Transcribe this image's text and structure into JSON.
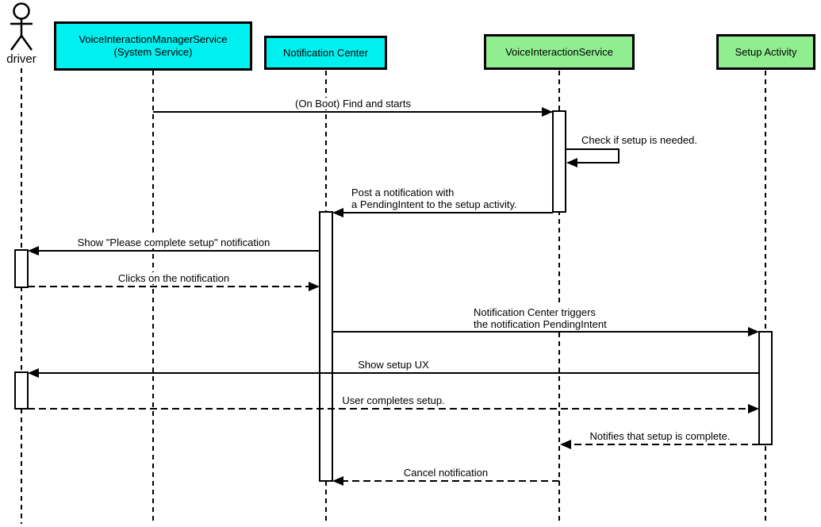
{
  "diagram_type": "uml-sequence",
  "colors": {
    "box_cyan": "#00F0F0",
    "box_green": "#90EE90",
    "line_color": "#000000",
    "bg_color": "#FFFFFF"
  },
  "participants": [
    {
      "label": "driver",
      "type": "actor"
    },
    {
      "label": "VoiceInteractionManagerService\n(System Service)",
      "type": "system-service",
      "color": "#00F0F0"
    },
    {
      "label": "Notification Center",
      "type": "system-service",
      "color": "#00F0F0"
    },
    {
      "label": "VoiceInteractionService",
      "type": "service",
      "color": "#90EE90"
    },
    {
      "label": "Setup Activity",
      "type": "activity",
      "color": "#90EE90"
    }
  ],
  "messages": [
    {
      "label": "(On Boot) Find and starts",
      "from": "VoiceInteractionManagerService (System Service)",
      "to": "VoiceInteractionService",
      "style": "solid"
    },
    {
      "label": "Check if setup is needed.",
      "from": "VoiceInteractionService",
      "to": "VoiceInteractionService",
      "style": "solid-self"
    },
    {
      "label": "Post a notification with\na PendingIntent to the setup activity.",
      "from": "VoiceInteractionService",
      "to": "Notification Center",
      "style": "solid"
    },
    {
      "label": "Show \"Please complete setup\" notification",
      "from": "Notification Center",
      "to": "driver",
      "style": "solid"
    },
    {
      "label": "Clicks on the notification",
      "from": "driver",
      "to": "Notification Center",
      "style": "dashed"
    },
    {
      "label": "Notification Center triggers\nthe notification PendingIntent",
      "from": "Notification Center",
      "to": "Setup Activity",
      "style": "solid"
    },
    {
      "label": "Show setup UX",
      "from": "Setup Activity",
      "to": "driver",
      "style": "solid"
    },
    {
      "label": "User completes setup.",
      "from": "driver",
      "to": "Setup Activity",
      "style": "dashed"
    },
    {
      "label": "Notifies that setup is complete.",
      "from": "Setup Activity",
      "to": "VoiceInteractionService",
      "style": "dashed"
    },
    {
      "label": "Cancel notification",
      "from": "VoiceInteractionService",
      "to": "Notification Center",
      "style": "dashed"
    }
  ]
}
